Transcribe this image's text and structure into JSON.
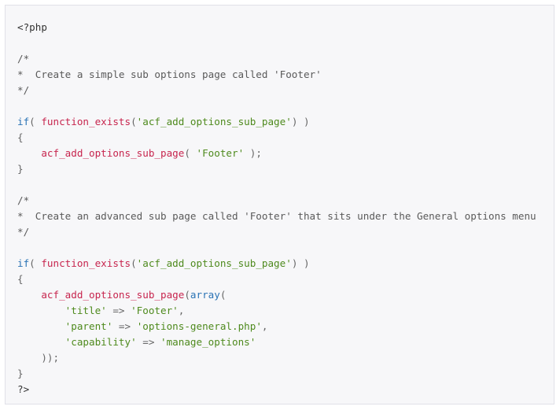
{
  "colors": {
    "background": "#f7f7f9",
    "border": "#e1e1e8",
    "plain": "#333333",
    "comment": "#5a5a5a",
    "keyword": "#2a73b5",
    "function": "#c7254e",
    "string": "#4e8a1d",
    "punctuation": "#666666"
  },
  "code_lines": [
    [
      {
        "t": "plain",
        "v": "<?php"
      }
    ],
    [],
    [
      {
        "t": "comment",
        "v": "/*"
      }
    ],
    [
      {
        "t": "comment",
        "v": "*  Create a simple sub options page called 'Footer'"
      }
    ],
    [
      {
        "t": "comment",
        "v": "*/"
      }
    ],
    [],
    [
      {
        "t": "keyword",
        "v": "if"
      },
      {
        "t": "punct",
        "v": "( "
      },
      {
        "t": "function",
        "v": "function_exists"
      },
      {
        "t": "punct",
        "v": "("
      },
      {
        "t": "string",
        "v": "'acf_add_options_sub_page'"
      },
      {
        "t": "punct",
        "v": ") )"
      }
    ],
    [
      {
        "t": "punct",
        "v": "{"
      }
    ],
    [
      {
        "t": "plain",
        "v": "    "
      },
      {
        "t": "function",
        "v": "acf_add_options_sub_page"
      },
      {
        "t": "punct",
        "v": "( "
      },
      {
        "t": "string",
        "v": "'Footer'"
      },
      {
        "t": "punct",
        "v": " );"
      }
    ],
    [
      {
        "t": "punct",
        "v": "}"
      }
    ],
    [],
    [
      {
        "t": "comment",
        "v": "/*"
      }
    ],
    [
      {
        "t": "comment",
        "v": "*  Create an advanced sub page called 'Footer' that sits under the General options menu"
      }
    ],
    [
      {
        "t": "comment",
        "v": "*/"
      }
    ],
    [],
    [
      {
        "t": "keyword",
        "v": "if"
      },
      {
        "t": "punct",
        "v": "( "
      },
      {
        "t": "function",
        "v": "function_exists"
      },
      {
        "t": "punct",
        "v": "("
      },
      {
        "t": "string",
        "v": "'acf_add_options_sub_page'"
      },
      {
        "t": "punct",
        "v": ") )"
      }
    ],
    [
      {
        "t": "punct",
        "v": "{"
      }
    ],
    [
      {
        "t": "plain",
        "v": "    "
      },
      {
        "t": "function",
        "v": "acf_add_options_sub_page"
      },
      {
        "t": "punct",
        "v": "("
      },
      {
        "t": "keyword",
        "v": "array"
      },
      {
        "t": "punct",
        "v": "("
      }
    ],
    [
      {
        "t": "plain",
        "v": "        "
      },
      {
        "t": "string",
        "v": "'title'"
      },
      {
        "t": "punct",
        "v": " => "
      },
      {
        "t": "string",
        "v": "'Footer'"
      },
      {
        "t": "punct",
        "v": ","
      }
    ],
    [
      {
        "t": "plain",
        "v": "        "
      },
      {
        "t": "string",
        "v": "'parent'"
      },
      {
        "t": "punct",
        "v": " => "
      },
      {
        "t": "string",
        "v": "'options-general.php'"
      },
      {
        "t": "punct",
        "v": ","
      }
    ],
    [
      {
        "t": "plain",
        "v": "        "
      },
      {
        "t": "string",
        "v": "'capability'"
      },
      {
        "t": "punct",
        "v": " => "
      },
      {
        "t": "string",
        "v": "'manage_options'"
      }
    ],
    [
      {
        "t": "plain",
        "v": "    "
      },
      {
        "t": "punct",
        "v": "));"
      }
    ],
    [
      {
        "t": "punct",
        "v": "}"
      }
    ],
    [
      {
        "t": "plain",
        "v": "?>"
      }
    ]
  ]
}
